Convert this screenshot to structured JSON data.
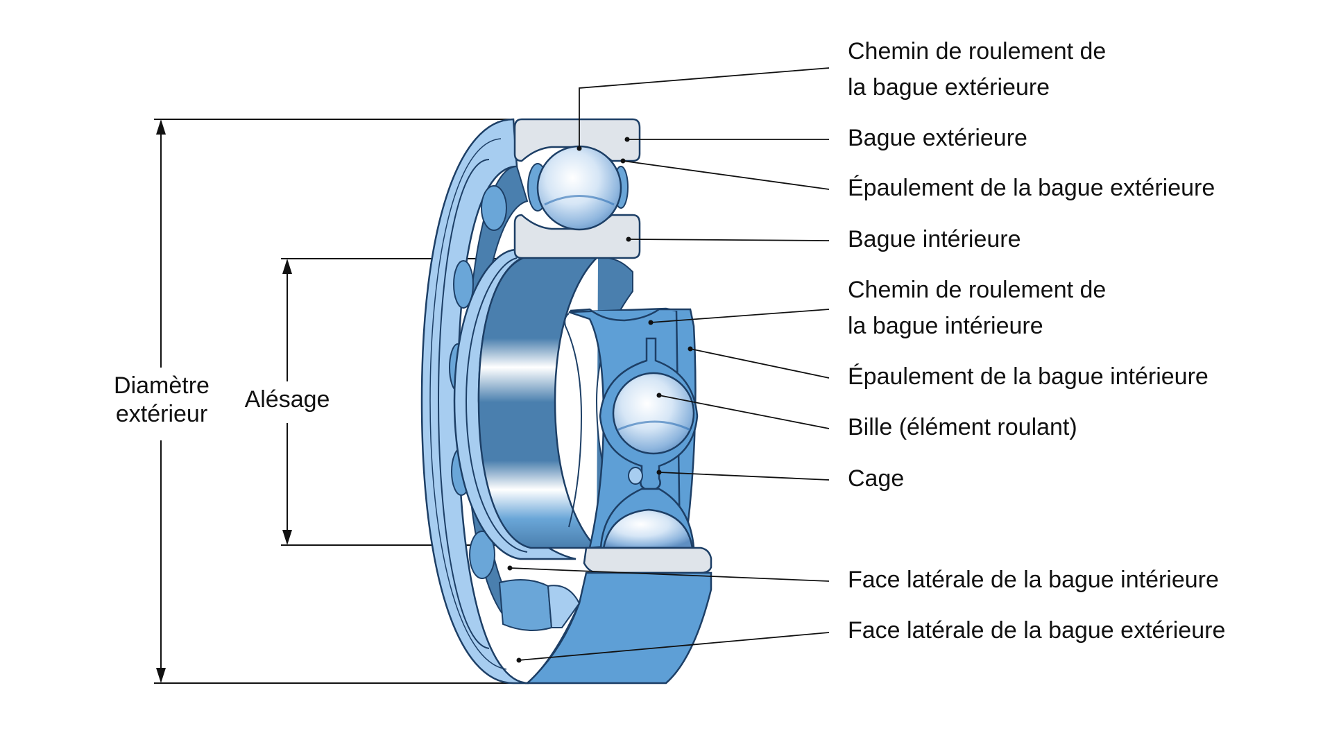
{
  "diagram": {
    "labels": {
      "outer_raceway_1": "Chemin de roulement de",
      "outer_raceway_2": "la bague extérieure",
      "outer_ring": "Bague extérieure",
      "outer_shoulder": "Épaulement de la bague extérieure",
      "inner_ring": "Bague intérieure",
      "inner_raceway_1": "Chemin de roulement de",
      "inner_raceway_2": "la bague intérieure",
      "inner_shoulder": "Épaulement de la bague intérieure",
      "ball": "Bille (élément roulant)",
      "cage": "Cage",
      "inner_side_face": "Face latérale de la bague intérieure",
      "outer_side_face": "Face latérale de la bague extérieure"
    },
    "dimensions": {
      "outer_diameter_1": "Diamètre",
      "outer_diameter_2": "extérieur",
      "bore": "Alésage"
    }
  },
  "colors": {
    "ring_light": "#a7cdf0",
    "ring_mid": "#6aa6d8",
    "ring_dark": "#4a7fae",
    "section_grey": "#dfe4ea",
    "cage_blue": "#5e9fd6",
    "line": "#111111"
  }
}
